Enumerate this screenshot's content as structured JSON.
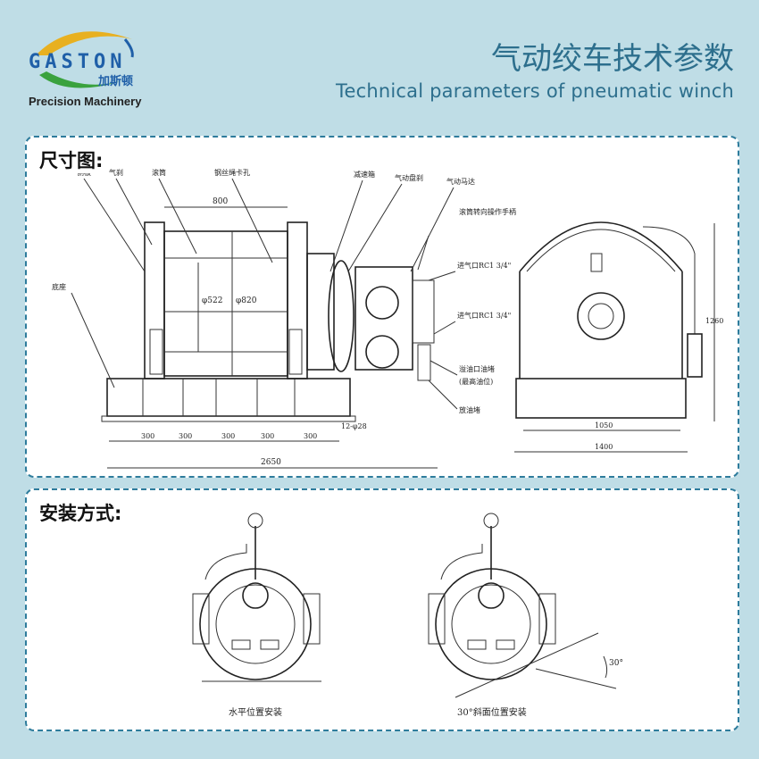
{
  "logo": {
    "brand": "GASTON",
    "cn_name": "加斯顿",
    "subtitle": "Precision Machinery",
    "colors": [
      "#1f5fa8",
      "#e8b020",
      "#3aa23e"
    ]
  },
  "header": {
    "title_cn": "气动绞车技术参数",
    "title_en": "Technical parameters of pneumatic winch"
  },
  "dimension_panel": {
    "label": "尺寸图:",
    "callouts": [
      "侧板",
      "气刹",
      "滚筒",
      "钢丝绳卡孔",
      "减速箱",
      "气动盘刹",
      "气动马达",
      "滚筒转向操作手柄",
      "底座",
      "进气口RC1 3/4\"",
      "进气口RC1 3/4\"",
      "溢油口油堵",
      "(最高油位)",
      "放油堵"
    ],
    "dims": {
      "drum_width": "800",
      "d522": "φ522",
      "d820": "φ820",
      "spacing": [
        "300",
        "300",
        "300",
        "300",
        "300"
      ],
      "bolt": "12-φ28",
      "length": "2650",
      "height": "1260",
      "inner_width": "1050",
      "outer_width": "1400"
    }
  },
  "install_panel": {
    "label": "安装方式:",
    "views": [
      {
        "caption": "水平位置安装"
      },
      {
        "caption": "30°斜面位置安装",
        "angle": "30°"
      }
    ]
  },
  "colors": {
    "background": "#bfdde6",
    "frame": "#2e7c9c",
    "title": "#2d6f8d",
    "brand": "#1f5fa8"
  }
}
